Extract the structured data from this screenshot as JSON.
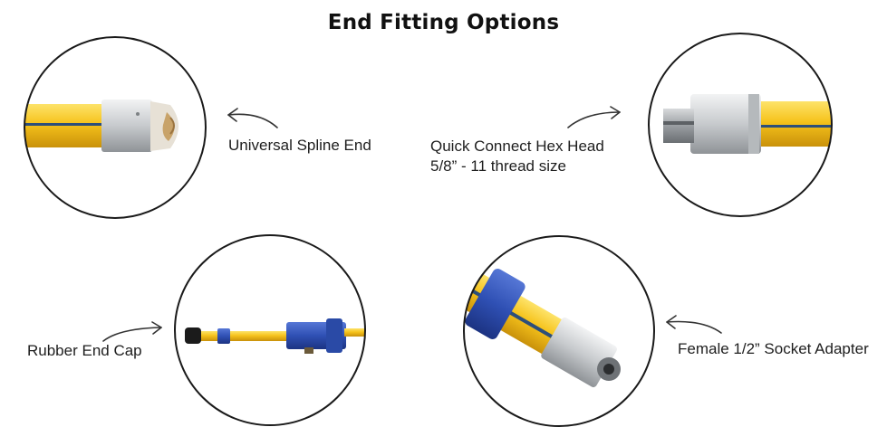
{
  "page": {
    "title": "End Fitting Options"
  },
  "options": [
    {
      "label": "Universal Spline End",
      "icon": "universal-spline-end-fitting-icon"
    },
    {
      "label": "Quick Connect Hex Head",
      "detail": "5/8” - 11 thread size",
      "icon": "quick-connect-hex-head-fitting-icon"
    },
    {
      "label": "Rubber End Cap",
      "icon": "rubber-end-cap-fitting-icon"
    },
    {
      "label": "Female 1/2” Socket Adapter",
      "icon": "female-socket-adapter-fitting-icon"
    }
  ],
  "colors": {
    "pole_yellow": "#f6c31c",
    "pole_stripe": "#2d4f7a",
    "clip_blue": "#2f50b4",
    "metal": "#c9ccce",
    "outline": "#1a1a1a"
  }
}
